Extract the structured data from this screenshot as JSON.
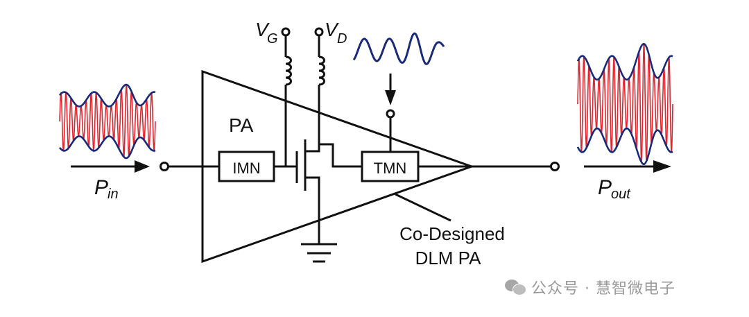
{
  "diagram": {
    "title": "Co-Designed DLM PA block diagram",
    "labels": {
      "pa": "PA",
      "imn": "IMN",
      "tmn": "TMN",
      "vg_main": "V",
      "vg_sub": "G",
      "vd_main": "V",
      "vd_sub": "D",
      "pin_main": "P",
      "pin_sub": "in",
      "pout_main": "P",
      "pout_sub": "out",
      "annotation_line1": "Co-Designed",
      "annotation_line2": "DLM PA"
    },
    "colors": {
      "wire": "#111111",
      "carrier": "#e0262e",
      "envelope": "#1a2a7a",
      "watermark": "#9a9a9a"
    },
    "components": [
      "input-port",
      "input-matching-network",
      "transistor",
      "gate-bias-inductor",
      "drain-bias-inductor",
      "tuning-matching-network",
      "ground",
      "output-port"
    ]
  },
  "watermark": {
    "icon": "wechat-icon",
    "text": "公众号 · 慧智微电子"
  }
}
